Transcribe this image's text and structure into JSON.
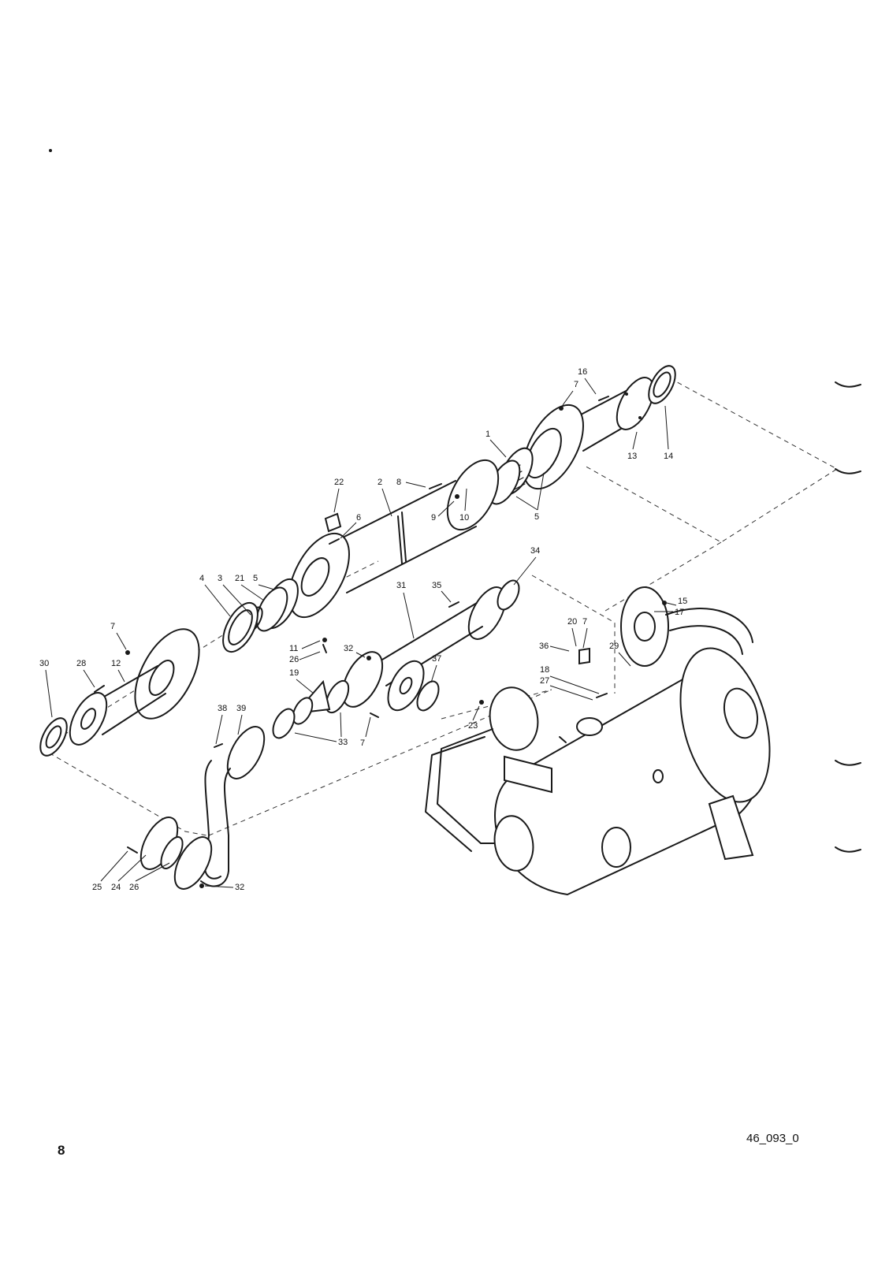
{
  "page_number": "8",
  "figure_code": "46_093_0",
  "callouts": [
    "16",
    "7",
    "1",
    "13",
    "14",
    "22",
    "2",
    "8",
    "6",
    "9",
    "10",
    "5",
    "34",
    "35",
    "31",
    "4",
    "3",
    "21",
    "20",
    "7",
    "15",
    "17",
    "36",
    "29",
    "30",
    "28",
    "12",
    "11",
    "26",
    "32",
    "37",
    "19",
    "18",
    "27",
    "38",
    "39",
    "33",
    "7",
    "23",
    "25",
    "24",
    "26"
  ]
}
